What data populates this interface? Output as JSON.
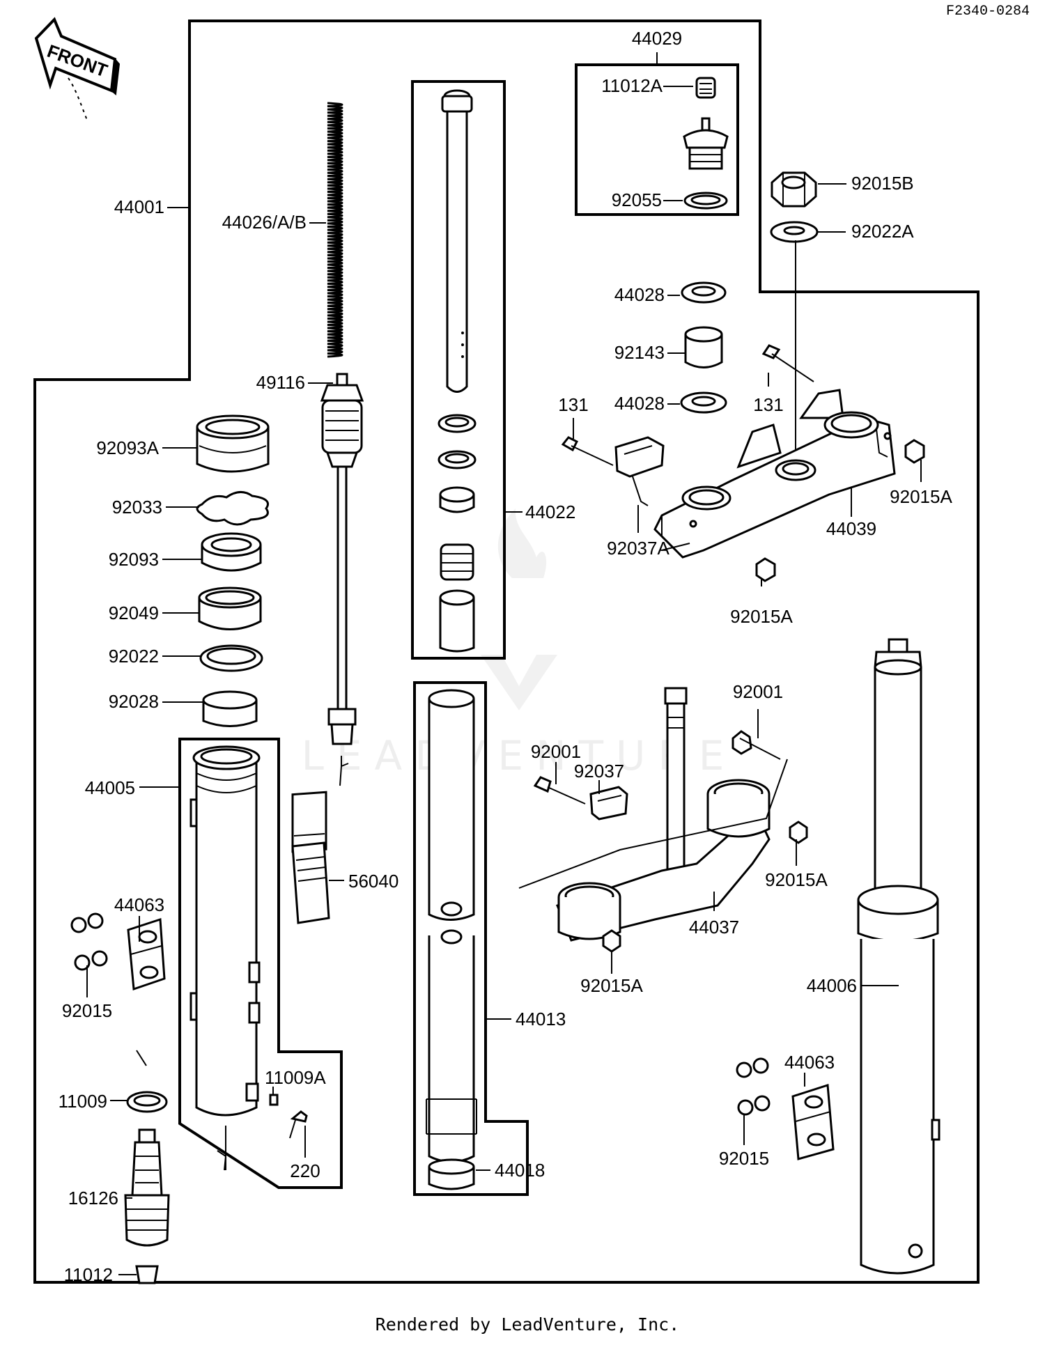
{
  "diagram": {
    "reference": "F2340-0284",
    "front_badge": "FRONT",
    "watermark": "LEADVENTURE",
    "footer": "Rendered by LeadVenture, Inc.",
    "labels": [
      "44029",
      "11012A",
      "92055",
      "92015B",
      "92022A",
      "44001",
      "44026/A/B",
      "44028",
      "92143",
      "44028",
      "49116",
      "131",
      "131",
      "92093A",
      "92015A",
      "44039",
      "92033",
      "44022",
      "92037A",
      "92093",
      "92015A",
      "92049",
      "92022",
      "92028",
      "92001",
      "92001",
      "92037",
      "44005",
      "92015A",
      "56040",
      "44063",
      "44037",
      "92015",
      "92015A",
      "44006",
      "44013",
      "11009A",
      "44063",
      "11009",
      "92015",
      "220",
      "44018",
      "16126",
      "11012"
    ]
  }
}
